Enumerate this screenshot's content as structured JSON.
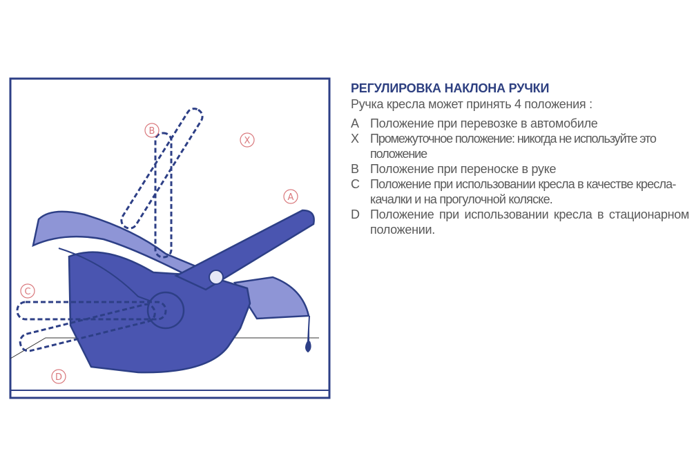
{
  "diagram": {
    "labels": {
      "a": "A",
      "b": "B",
      "c": "C",
      "d": "D",
      "x": "X"
    },
    "colors": {
      "outline": "#2d3f86",
      "shell": "#4a55b0",
      "light": "#8e95d6",
      "label": "#d9787c"
    }
  },
  "text": {
    "title": "РЕГУЛИРОВКА НАКЛОНА РУЧКИ",
    "subtitle": "Ручка кресла может принять 4 положения :",
    "items": [
      {
        "key": "A",
        "text": "Положение при перевозке в автомобиле"
      },
      {
        "key": "X",
        "text": "Промежуточное положение: никогда не используйте это положение"
      },
      {
        "key": "B",
        "text": "Положение при переноске в руке"
      },
      {
        "key": "C",
        "text": "Положение при использовании кресла в качестве кресла-качалки и на прогулочной коляске."
      },
      {
        "key": "D",
        "text": "Положение при использовании кресла в стационарном положении."
      }
    ]
  }
}
